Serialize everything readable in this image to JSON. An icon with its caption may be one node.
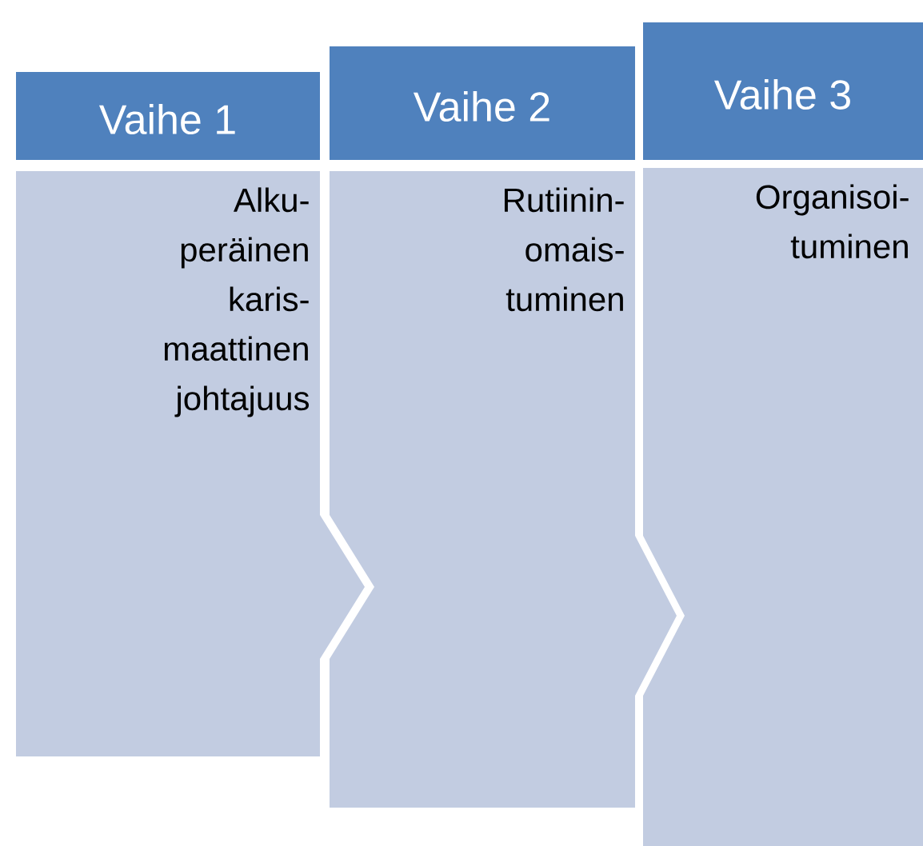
{
  "diagram": {
    "nodes": [
      {
        "text": [
          "Vaihe 1"
        ]
      },
      {
        "text": [
          "Vaihe 2"
        ]
      },
      {
        "text": [
          "Vaihe 3"
        ]
      },
      {
        "text": [
          "Alku- peräinen karis- maattinen johtajuus"
        ]
      },
      {
        "text": [
          "Rutiinin- omais- tuminen"
        ]
      },
      {
        "text": [
          "Organisoi- tuminen"
        ]
      }
    ]
  }
}
